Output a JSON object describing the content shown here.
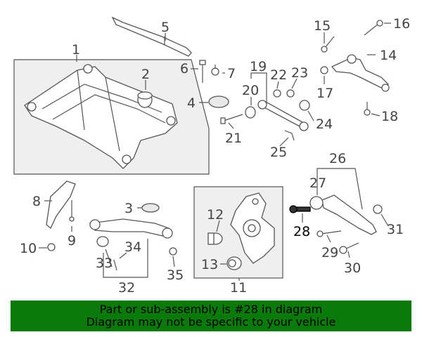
{
  "diagram": {
    "labels": [
      "1",
      "2",
      "3",
      "4",
      "5",
      "6",
      "7",
      "8",
      "9",
      "10",
      "11",
      "12",
      "13",
      "14",
      "15",
      "16",
      "17",
      "18",
      "19",
      "20",
      "21",
      "22",
      "23",
      "24",
      "25",
      "26",
      "27",
      "28",
      "29",
      "30",
      "31",
      "32",
      "33",
      "34",
      "35"
    ],
    "highlighted_part": "28",
    "colors": {
      "banner": "#0a7a0a",
      "box_fill": "#efefef",
      "highlight": "#000000"
    }
  },
  "banner": {
    "line1": "Part or sub-assembly is #28 in diagram",
    "line2": "Diagram may not be specific to your vehicle"
  }
}
